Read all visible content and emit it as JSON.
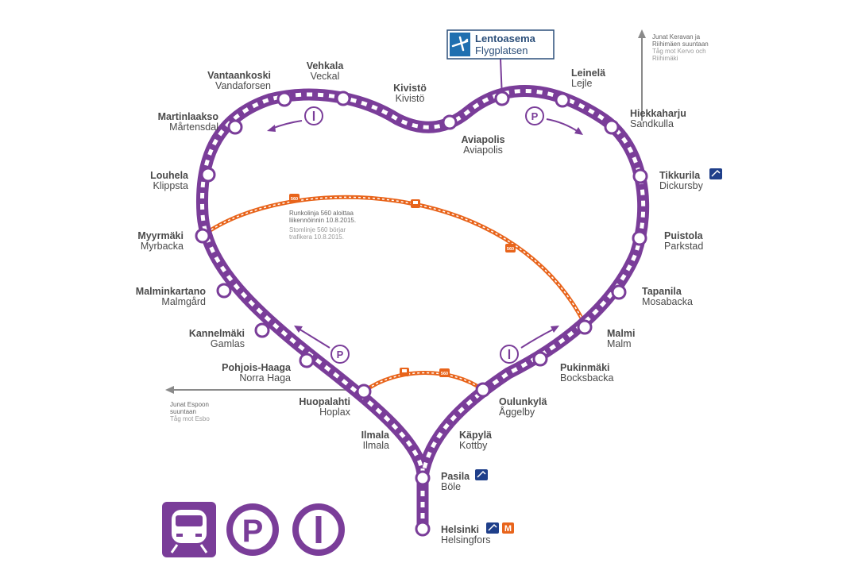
{
  "colors": {
    "line": "#7a3d99",
    "bus": "#e8641b",
    "airport": "#1f6fb0",
    "arrow_grey": "#8a8a8a"
  },
  "stations": [
    {
      "fi": "Vantaankoski",
      "sv": "Vandaforsen",
      "anchor": "end"
    },
    {
      "fi": "Vehkala",
      "sv": "Veckal",
      "anchor": "middle"
    },
    {
      "fi": "Kivistö",
      "sv": "Kivistö",
      "anchor": "middle"
    },
    {
      "fi": "Aviapolis",
      "sv": "Aviapolis",
      "anchor": "middle"
    },
    {
      "fi": "Leinelä",
      "sv": "Lejle",
      "anchor": "start"
    },
    {
      "fi": "Hiekkaharju",
      "sv": "Sandkulla",
      "anchor": "start"
    },
    {
      "fi": "Tikkurila",
      "sv": "Dickursby",
      "anchor": "start"
    },
    {
      "fi": "Martinlaakso",
      "sv": "Mårtensdal",
      "anchor": "end"
    },
    {
      "fi": "Louhela",
      "sv": "Klippsta",
      "anchor": "end"
    },
    {
      "fi": "Myyrmäki",
      "sv": "Myrbacka",
      "anchor": "end"
    },
    {
      "fi": "Malminkartano",
      "sv": "Malmgård",
      "anchor": "end"
    },
    {
      "fi": "Kannelmäki",
      "sv": "Gamlas",
      "anchor": "end"
    },
    {
      "fi": "Pohjois-Haaga",
      "sv": "Norra Haga",
      "anchor": "end"
    },
    {
      "fi": "Huopalahti",
      "sv": "Hoplax",
      "anchor": "end"
    },
    {
      "fi": "Ilmala",
      "sv": "Ilmala",
      "anchor": "end"
    },
    {
      "fi": "Puistola",
      "sv": "Parkstad",
      "anchor": "start"
    },
    {
      "fi": "Tapanila",
      "sv": "Mosabacka",
      "anchor": "start"
    },
    {
      "fi": "Malmi",
      "sv": "Malm",
      "anchor": "start"
    },
    {
      "fi": "Pukinmäki",
      "sv": "Bocksbacka",
      "anchor": "start"
    },
    {
      "fi": "Oulunkylä",
      "sv": "Åggelby",
      "anchor": "start"
    },
    {
      "fi": "Käpylä",
      "sv": "Kottby",
      "anchor": "start"
    },
    {
      "fi": "Pasila",
      "sv": "Böle",
      "anchor": "start"
    },
    {
      "fi": "Helsinki",
      "sv": "Helsingfors",
      "anchor": "start"
    }
  ],
  "airport": {
    "fi": "Lentoasema",
    "sv": "Flygplatsen",
    "icon": "airplane-icon"
  },
  "notes": {
    "kerava_fi": [
      "Junat Keravan ja",
      "Riihimäen suuntaan"
    ],
    "kerava_sv": [
      "Tåg mot Kervo och",
      "Riihimäki"
    ],
    "espoo_fi": [
      "Junat Espoon",
      "suuntaan"
    ],
    "espoo_sv": [
      "Tåg mot Esbo"
    ],
    "bus560_fi": [
      "Runkolinja 560 aloittaa",
      "liikennöinnin 10.8.2015."
    ],
    "bus560_sv": [
      "Stomlinje 560 börjar",
      "trafikera 10.8.2015."
    ]
  },
  "bus": {
    "route": "560"
  },
  "line_letters": {
    "ring_left": "I",
    "ring_right": "P"
  },
  "legend": {
    "items": [
      {
        "icon": "train-icon"
      },
      {
        "icon": "P-line-symbol",
        "letter": "P"
      },
      {
        "icon": "I-line-symbol",
        "letter": "I"
      }
    ]
  },
  "metro": {
    "letter": "M"
  }
}
